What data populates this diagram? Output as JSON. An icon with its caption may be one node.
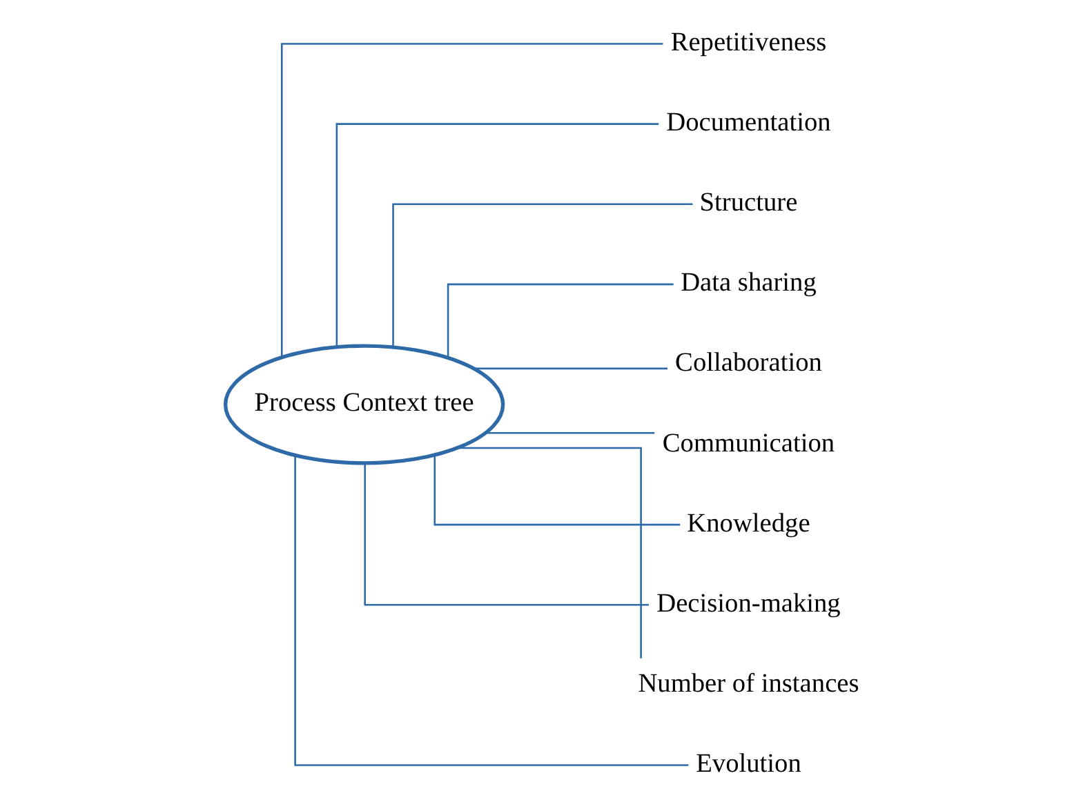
{
  "diagram": {
    "nodes": [
      {
        "text": [
          "Process Context tree"
        ]
      },
      {
        "text": [
          "Repetitiveness"
        ]
      },
      {
        "text": [
          "Documentation"
        ]
      },
      {
        "text": [
          "Structure"
        ]
      },
      {
        "text": [
          "Data sharing"
        ]
      },
      {
        "text": [
          "Collaboration"
        ]
      },
      {
        "text": [
          "Communication"
        ]
      },
      {
        "text": [
          "Knowledge"
        ]
      },
      {
        "text": [
          "Decision-making"
        ]
      },
      {
        "text": [
          "Number of instances"
        ]
      },
      {
        "text": [
          "Evolution"
        ]
      }
    ],
    "edges": [
      {
        "from": 0,
        "to": 1,
        "arrow": "none"
      },
      {
        "from": 0,
        "to": 2,
        "arrow": "none"
      },
      {
        "from": 0,
        "to": 3,
        "arrow": "none"
      },
      {
        "from": 0,
        "to": 4,
        "arrow": "none"
      },
      {
        "from": 0,
        "to": 5,
        "arrow": "none"
      },
      {
        "from": 0,
        "to": 6,
        "arrow": "none"
      },
      {
        "from": 0,
        "to": 7,
        "arrow": "none"
      },
      {
        "from": 0,
        "to": 8,
        "arrow": "none"
      },
      {
        "from": 0,
        "to": 9,
        "arrow": "none"
      },
      {
        "from": 0,
        "to": 10,
        "arrow": "none"
      }
    ]
  }
}
